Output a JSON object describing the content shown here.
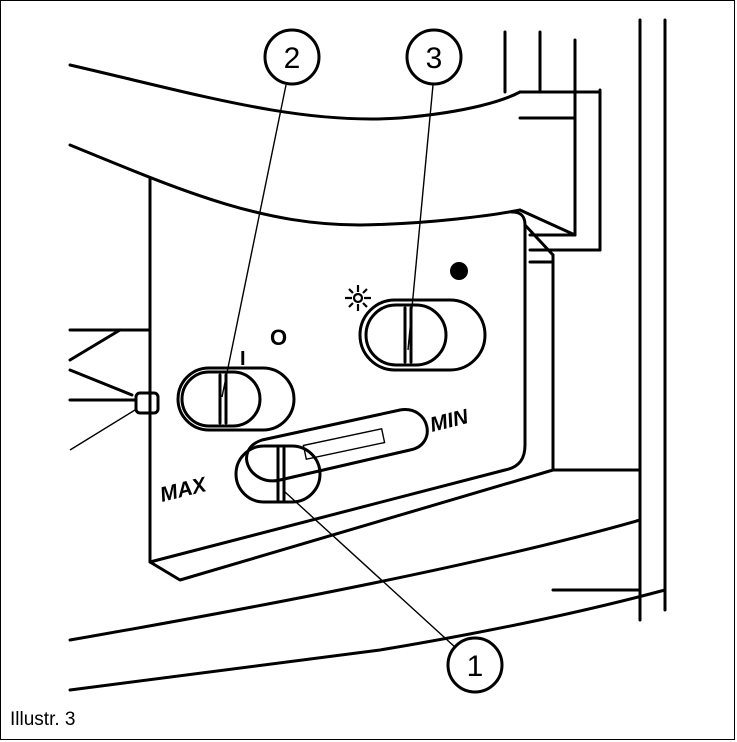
{
  "caption": "Illustr. 3",
  "callouts": {
    "one": "1",
    "two": "2",
    "three": "3"
  },
  "labels": {
    "on": "I",
    "off": "O",
    "max": "MAX",
    "min": "MIN"
  },
  "icons": {
    "light": "sun-icon",
    "indicator": "filled-circle-icon"
  }
}
